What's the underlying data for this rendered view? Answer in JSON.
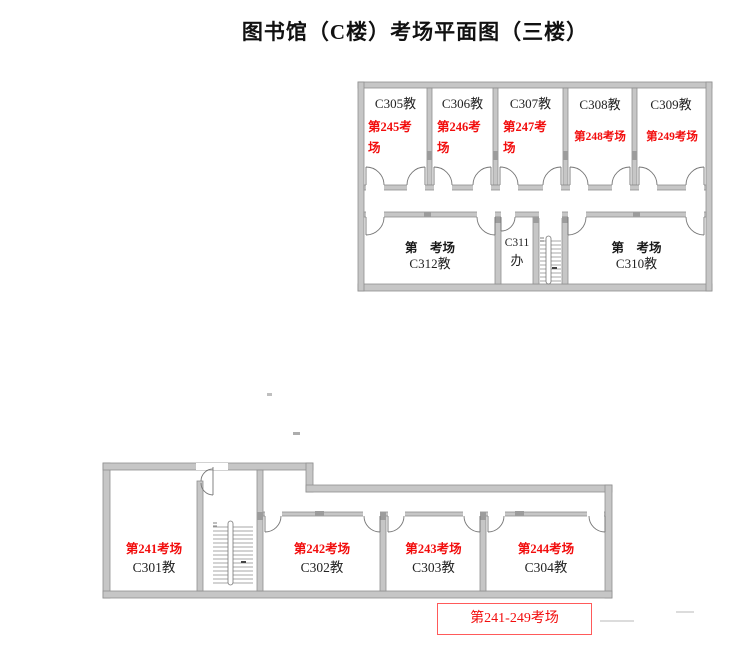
{
  "title": "图书馆（C楼）考场平面图（三楼）",
  "colors": {
    "exam_red": "#f20d0d",
    "wall_fill": "#c6c6c6",
    "wall_edge": "#8f8f8f",
    "text_black": "#222222",
    "legend_border_red": "#ff5a5a"
  },
  "upper_floor": {
    "top_rooms": [
      {
        "room": "C305教",
        "exam": "第245考场"
      },
      {
        "room": "C306教",
        "exam": "第246考场"
      },
      {
        "room": "C307教",
        "exam": "第247考场"
      },
      {
        "room": "C308教",
        "exam": "第248考场"
      },
      {
        "room": "C309教",
        "exam": "第249考场"
      }
    ],
    "bottom_rooms": [
      {
        "exam": "第　考场",
        "room": "C312教"
      },
      {
        "room": "C311",
        "label2": "办"
      },
      {
        "exam": "第　考场",
        "room": "C310教"
      }
    ]
  },
  "lower_floor": {
    "rooms": [
      {
        "exam": "第241考场",
        "room": "C301教"
      },
      {
        "exam": "第242考场",
        "room": "C302教"
      },
      {
        "exam": "第243考场",
        "room": "C303教"
      },
      {
        "exam": "第244考场",
        "room": "C304教"
      }
    ],
    "legend": "第241-249考场"
  }
}
